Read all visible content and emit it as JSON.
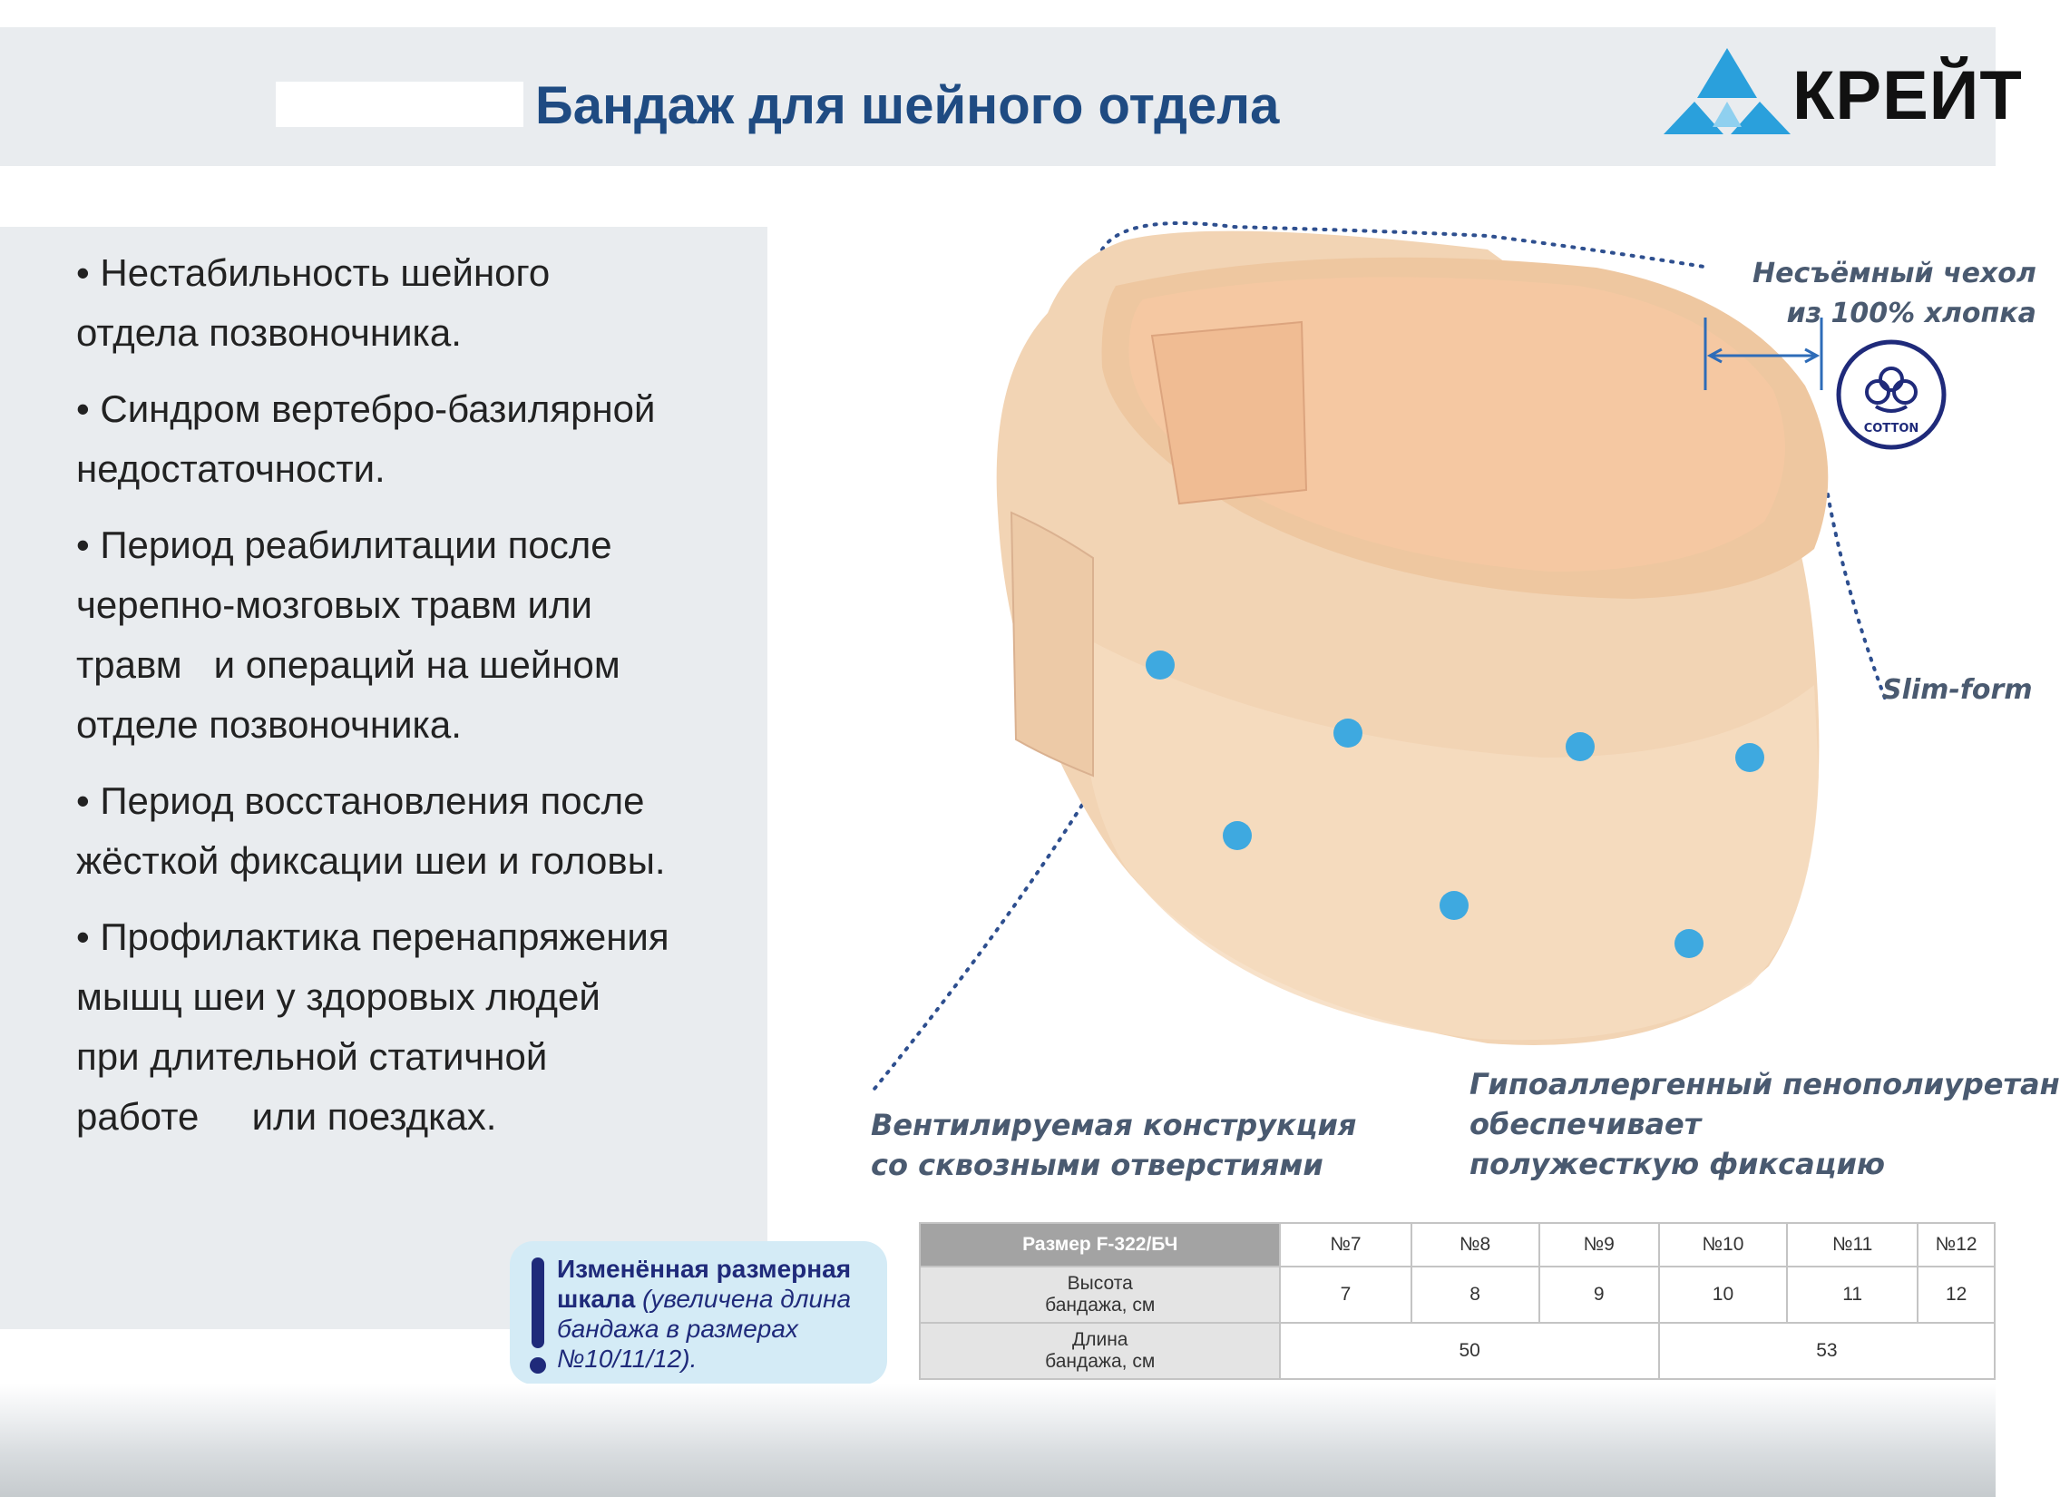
{
  "header": {
    "title": "Бандаж для шейного отдела"
  },
  "logo": {
    "text": "КРЕЙТ"
  },
  "indications": [
    {
      "text": "• Нестабильность шейного\nотдела позвоночника."
    },
    {
      "text": "• Синдром вертебро-базилярной\nнедостаточности."
    },
    {
      "text": "• Период реабилитации после\nчерепно-мозговых травм или\nтравм   и операций на шейном\nотделе позвоночника."
    },
    {
      "text": "• Период восстановления после\nжёсткой фиксации шеи и головы."
    },
    {
      "text": "• Профилактика перенапряжения\nмышц шеи у здоровых людей\nпри длительной статичной\nработе     или поездках."
    }
  ],
  "callouts": {
    "cover_line1": "Несъёмный чехол",
    "cover_line2": "из 100% хлопка",
    "cotton_badge": "COTTON",
    "slim": "Slim-form",
    "vent_line1": "Вентилируемая конструкция",
    "vent_line2": "со сквозными отверстиями",
    "foam_line1": "Гипоаллергенный пенополиуретан",
    "foam_line2": "обеспечивает",
    "foam_line3": "полужесткую фиксацию"
  },
  "scale_note": {
    "bold": "Изменённая размерная шкала",
    "italic": " (увеличена длина бандажа в размерах №10/11/12)."
  },
  "size_table": {
    "header_label": "Размер F-322/БЧ",
    "sizes": [
      "№7",
      "№8",
      "№9",
      "№10",
      "№11",
      "№12"
    ],
    "height_label": "Высота\nбандажа, см",
    "heights": [
      "7",
      "8",
      "9",
      "10",
      "11",
      "12"
    ],
    "length_label": "Длина\nбандажа, см",
    "length_small": "50",
    "length_large": "53"
  },
  "colors": {
    "title": "#1f4b82",
    "logo_blue": "#2aa0dc",
    "collar": "#f3d7b8",
    "vent_dots": "#3ea9e0",
    "callout_dots": "#2e4f8f"
  }
}
